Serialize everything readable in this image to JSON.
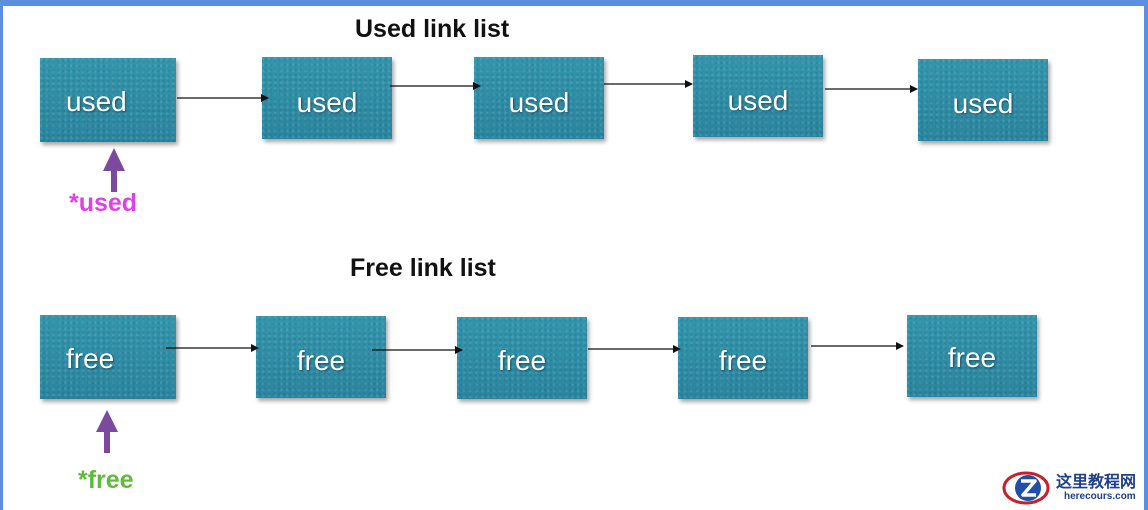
{
  "used_list": {
    "title": "Used link list",
    "nodes": [
      "used",
      "used",
      "used",
      "used",
      "used"
    ],
    "pointer_label": "*used"
  },
  "free_list": {
    "title": "Free link list",
    "nodes": [
      "free",
      "free",
      "free",
      "free",
      "free"
    ],
    "pointer_label": "*free"
  },
  "watermark": {
    "site_name": "这里教程网",
    "url": "herecours.com"
  },
  "colors": {
    "node_fill": "#2e8fa6",
    "used_pointer_label": "#e040e8",
    "free_pointer_label": "#5fba3c",
    "pointer_arrow": "#7b4a9e",
    "frame": "#5b8fe0"
  }
}
